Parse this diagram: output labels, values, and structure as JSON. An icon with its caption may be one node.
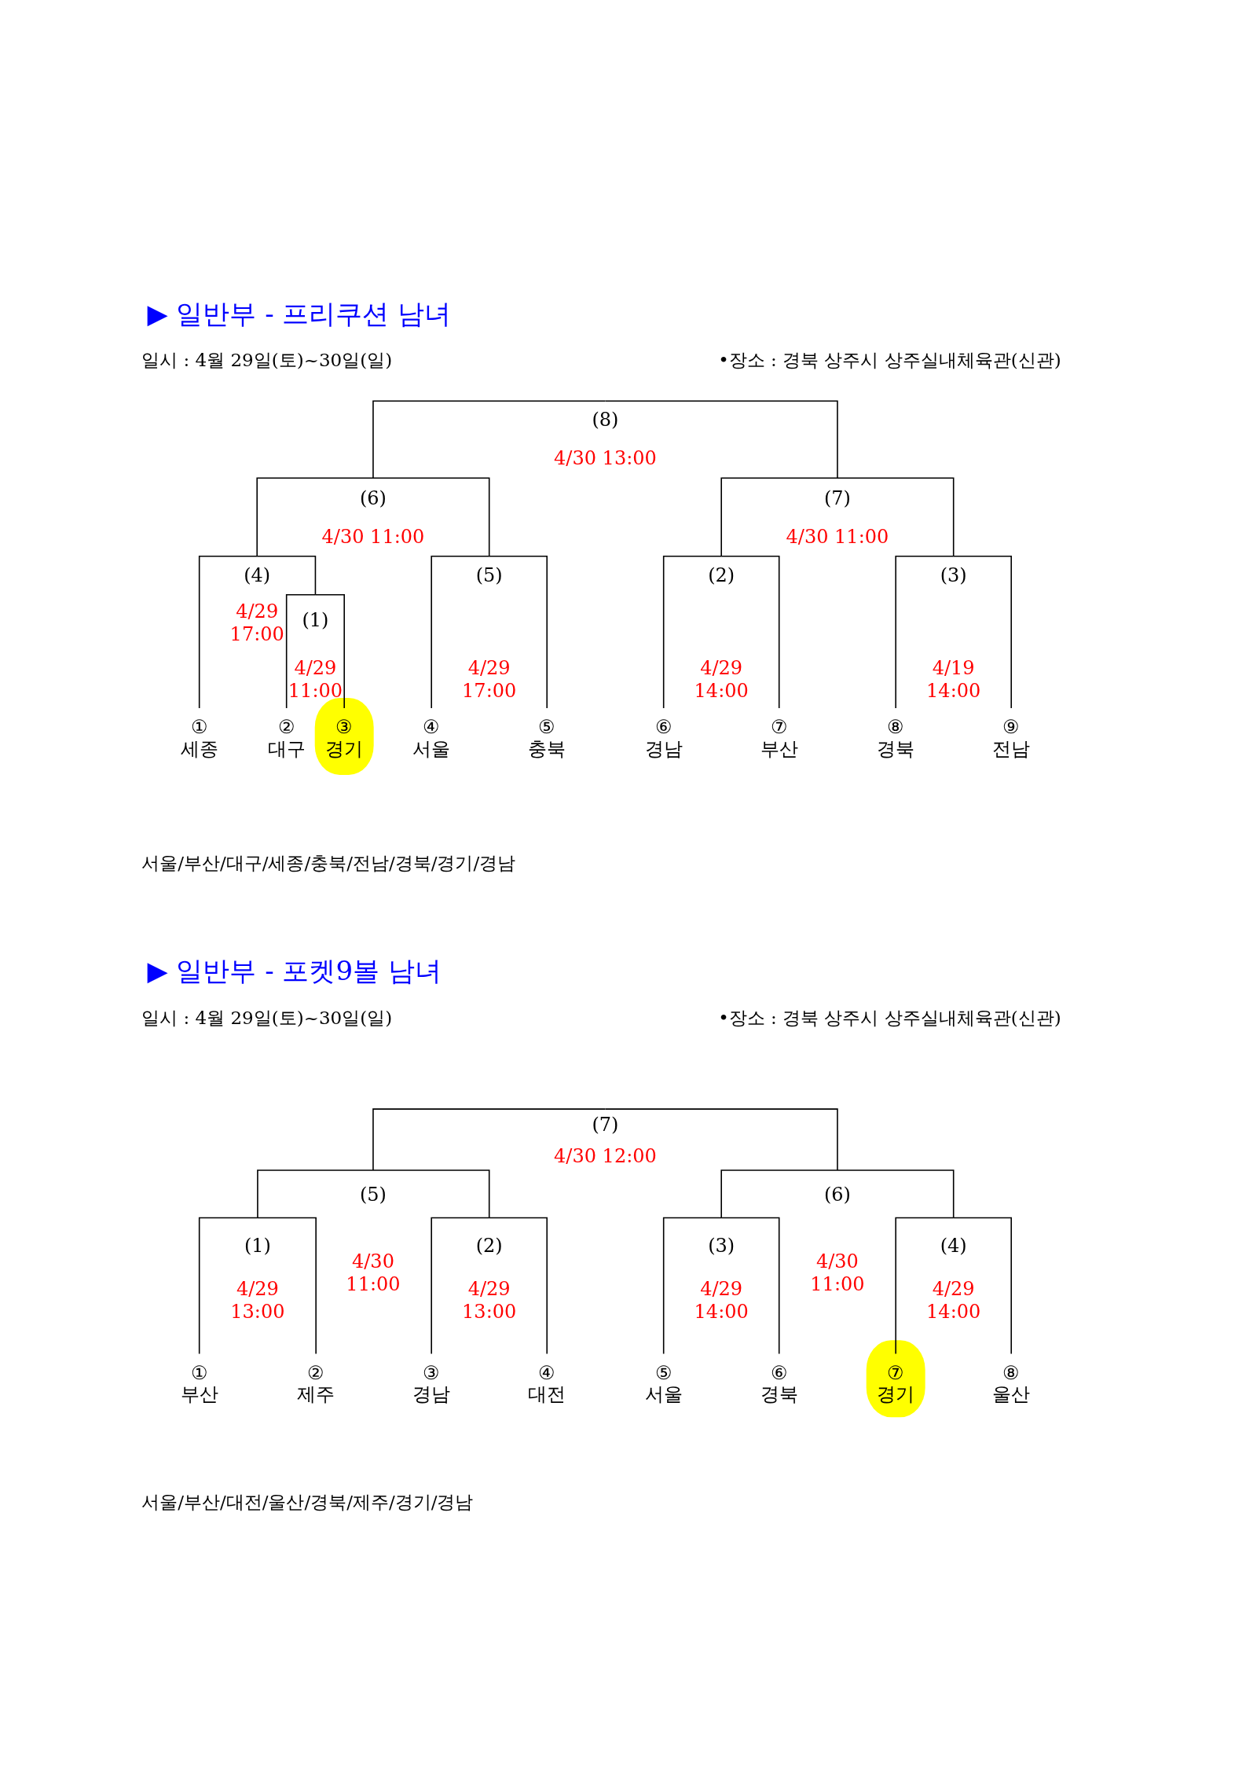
{
  "diagram": {
    "nodes": [
      {
        "text": [
          "(8)",
          "4/30 13:00"
        ]
      },
      {
        "text": [
          "(6)",
          "4/30 11:00"
        ]
      },
      {
        "text": [
          "(7)",
          "4/30 11:00"
        ]
      },
      {
        "text": [
          "(4)",
          "4/29 17:00"
        ]
      },
      {
        "text": [
          "(5)",
          "4/29 17:00"
        ]
      },
      {
        "text": [
          "(2)",
          "4/29 14:00"
        ]
      },
      {
        "text": [
          "(3)",
          "4/19 14:00"
        ]
      },
      {
        "text": [
          "(1)",
          "4/29 11:00"
        ]
      },
      {
        "text": [
          "①",
          "세종"
        ]
      },
      {
        "text": [
          "②",
          "대구"
        ]
      },
      {
        "text": [
          "③",
          "경기"
        ]
      },
      {
        "text": [
          "④",
          "서울"
        ]
      },
      {
        "text": [
          "⑤",
          "충북"
        ]
      },
      {
        "text": [
          "⑥",
          "경남"
        ]
      },
      {
        "text": [
          "⑦",
          "부산"
        ]
      },
      {
        "text": [
          "⑧",
          "경북"
        ]
      },
      {
        "text": [
          "⑨",
          "전남"
        ]
      },
      {
        "text": [
          "(7)",
          "4/30 12:00"
        ]
      },
      {
        "text": [
          "(5)",
          "4/30 11:00"
        ]
      },
      {
        "text": [
          "(6)",
          "4/30 11:00"
        ]
      },
      {
        "text": [
          "(1)",
          "4/29 13:00"
        ]
      },
      {
        "text": [
          "(2)",
          "4/29 13:00"
        ]
      },
      {
        "text": [
          "(3)",
          "4/29 14:00"
        ]
      },
      {
        "text": [
          "(4)",
          "4/29 14:00"
        ]
      },
      {
        "text": [
          "①",
          "부산"
        ]
      },
      {
        "text": [
          "②",
          "제주"
        ]
      },
      {
        "text": [
          "③",
          "경남"
        ]
      },
      {
        "text": [
          "④",
          "대전"
        ]
      },
      {
        "text": [
          "⑤",
          "서울"
        ]
      },
      {
        "text": [
          "⑥",
          "경북"
        ]
      },
      {
        "text": [
          "⑦",
          "경기"
        ]
      },
      {
        "text": [
          "⑧",
          "울산"
        ]
      }
    ],
    "edges": [
      {
        "from": 1,
        "to": 0,
        "arrow": "none"
      },
      {
        "from": 2,
        "to": 0,
        "arrow": "none"
      },
      {
        "from": 3,
        "to": 1,
        "arrow": "none"
      },
      {
        "from": 4,
        "to": 1,
        "arrow": "none"
      },
      {
        "from": 5,
        "to": 2,
        "arrow": "none"
      },
      {
        "from": 6,
        "to": 2,
        "arrow": "none"
      },
      {
        "from": 8,
        "to": 3,
        "arrow": "none"
      },
      {
        "from": 7,
        "to": 3,
        "arrow": "none"
      },
      {
        "from": 9,
        "to": 7,
        "arrow": "none"
      },
      {
        "from": 10,
        "to": 7,
        "arrow": "none"
      },
      {
        "from": 11,
        "to": 4,
        "arrow": "none"
      },
      {
        "from": 12,
        "to": 4,
        "arrow": "none"
      },
      {
        "from": 13,
        "to": 5,
        "arrow": "none"
      },
      {
        "from": 14,
        "to": 5,
        "arrow": "none"
      },
      {
        "from": 15,
        "to": 6,
        "arrow": "none"
      },
      {
        "from": 16,
        "to": 6,
        "arrow": "none"
      },
      {
        "from": 18,
        "to": 17,
        "arrow": "none"
      },
      {
        "from": 19,
        "to": 17,
        "arrow": "none"
      },
      {
        "from": 20,
        "to": 18,
        "arrow": "none"
      },
      {
        "from": 21,
        "to": 18,
        "arrow": "none"
      },
      {
        "from": 22,
        "to": 19,
        "arrow": "none"
      },
      {
        "from": 23,
        "to": 19,
        "arrow": "none"
      },
      {
        "from": 24,
        "to": 20,
        "arrow": "none"
      },
      {
        "from": 25,
        "to": 20,
        "arrow": "none"
      },
      {
        "from": 26,
        "to": 21,
        "arrow": "none"
      },
      {
        "from": 27,
        "to": 21,
        "arrow": "none"
      },
      {
        "from": 28,
        "to": 22,
        "arrow": "none"
      },
      {
        "from": 29,
        "to": 22,
        "arrow": "none"
      },
      {
        "from": 30,
        "to": 23,
        "arrow": "none"
      },
      {
        "from": 31,
        "to": 23,
        "arrow": "none"
      }
    ],
    "labels": [
      "▶ 일반부 - 프리쿠션 남녀",
      "일시 : 4월 29일(토)~30일(일)",
      "•장소 : 경북 상주시 상주실내체육관(신관)",
      "서울/부산/대구/세종/충북/전남/경북/경기/경남",
      "▶ 일반부 - 포켓9볼 남녀",
      "일시 : 4월 29일(토)~30일(일)",
      "•장소 : 경북 상주시 상주실내체육관(신관)",
      "서울/부산/대전/울산/경북/제주/경기/경남"
    ]
  }
}
